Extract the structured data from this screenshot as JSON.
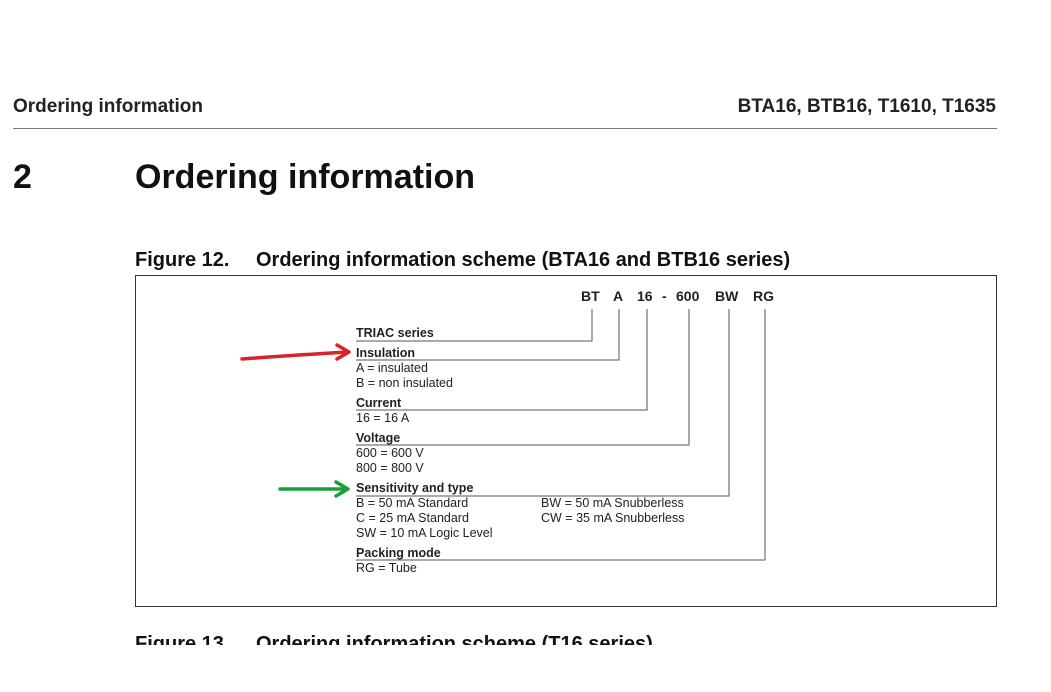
{
  "header": {
    "left": "Ordering information",
    "right": "BTA16, BTB16, T1610, T1635"
  },
  "section": {
    "number": "2",
    "title": "Ordering information"
  },
  "figure12": {
    "number": "Figure 12.",
    "title": "Ordering information scheme (BTA16 and BTB16 series)",
    "code_parts": [
      "BT",
      "A",
      "16",
      "-",
      "600",
      "BW",
      "RG"
    ],
    "fields": {
      "triac": {
        "label": "TRIAC series"
      },
      "insulation": {
        "label": "Insulation",
        "values": [
          "A = insulated",
          "B = non insulated"
        ]
      },
      "current": {
        "label": "Current",
        "values": [
          "16 = 16 A"
        ]
      },
      "voltage": {
        "label": "Voltage",
        "values": [
          "600 = 600 V",
          "800 = 800 V"
        ]
      },
      "sensitivity": {
        "label": "Sensitivity and type",
        "values_left": [
          "B = 50 mA Standard",
          "C = 25 mA Standard",
          "SW = 10 mA Logic Level"
        ],
        "values_right": [
          "BW = 50 mA Snubberless",
          "CW = 35 mA Snubberless"
        ]
      },
      "packing": {
        "label": "Packing mode",
        "values": [
          "RG = Tube"
        ]
      }
    },
    "annotation_colors": {
      "red_arrow": "#d8232a",
      "green_arrow": "#1a9e3a"
    }
  },
  "figure13": {
    "number": "Figure 13.",
    "title": "Ordering information scheme (T16 series)"
  }
}
